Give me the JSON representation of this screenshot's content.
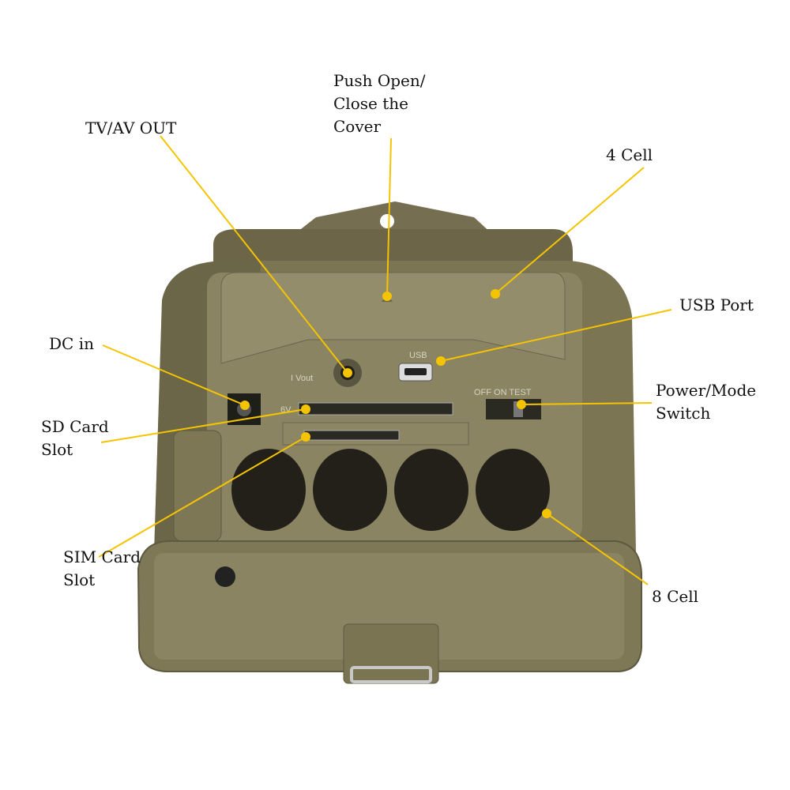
{
  "callouts": {
    "push_open": [
      "Push Open/",
      "Close the",
      "Cover"
    ],
    "tv_av_out": "TV/AV OUT",
    "four_cell": "4 Cell",
    "usb_port": "USB Port",
    "dc_in": "DC in",
    "power_mode": [
      "Power/Mode",
      "Switch"
    ],
    "sd_card": [
      "SD Card",
      "Slot"
    ],
    "sim_card": [
      "SIM Card",
      "Slot"
    ],
    "eight_cell": "8 Cell"
  },
  "device_markings": {
    "usb": "USB",
    "vout": "I Vout",
    "switch": "OFF  ON  TEST",
    "voltage": "6V"
  },
  "colors": {
    "leader": "#f5c400",
    "body": "#7b7553",
    "body_dark": "#5e5a3f",
    "slot": "#2a2a22"
  }
}
